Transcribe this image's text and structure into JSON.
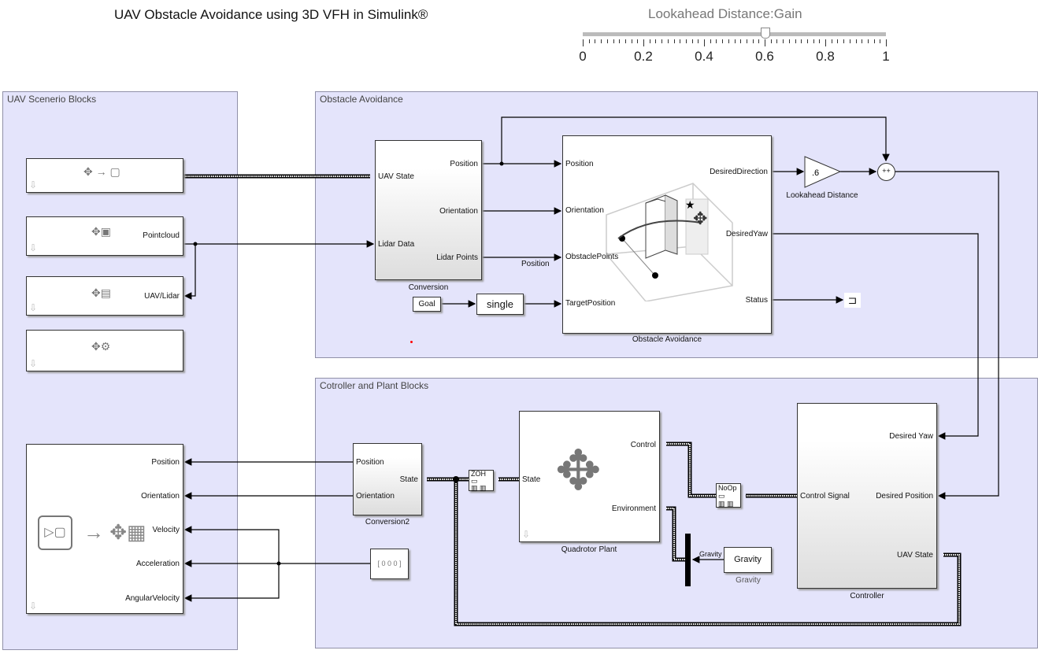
{
  "title": "UAV Obstacle Avoidance using 3D VFH in Simulink®",
  "slider": {
    "label": "Lookahead Distance:Gain",
    "value": 0.6,
    "ticks": [
      "0",
      "0.2",
      "0.4",
      "0.6",
      "0.8",
      "1"
    ]
  },
  "areas": {
    "scenario": "UAV Scenerio Blocks",
    "obstacle": "Obstacle Avoidance",
    "controller": "Cotroller and Plant Blocks"
  },
  "scenario_blocks": {
    "pointcloud_port": "Pointcloud",
    "lidar_port": "UAV/Lidar",
    "sim_ports": [
      "Position",
      "Orientation",
      "Velocity",
      "Acceleration",
      "AngularVelocity"
    ]
  },
  "conversion": {
    "name": "Conversion",
    "inputs": [
      "UAV State",
      "Lidar Data"
    ],
    "outputs": [
      "Position",
      "Orientation",
      "Lidar Points"
    ]
  },
  "signal_label": "Position",
  "goal": "Goal",
  "single": "single",
  "oa": {
    "name": "Obstacle Avoidance",
    "inputs": [
      "Position",
      "Orientation",
      "ObstaclePoints",
      "TargetPosition"
    ],
    "outputs": [
      "DesiredDirection",
      "DesiredYaw",
      "Status"
    ]
  },
  "gain": {
    "value": ".6",
    "name": "Lookahead Distance"
  },
  "sum_signs": "++",
  "conversion2": {
    "name": "Conversion2",
    "inputs": [
      "Position",
      "Orientation"
    ],
    "output": "State"
  },
  "zoh": "ZOH",
  "noop": "NoOp",
  "plant": {
    "name": "Quadrotor Plant",
    "input_state": "State",
    "ports": [
      "Control",
      "Environment"
    ]
  },
  "gravity": {
    "label": "Gravity",
    "name": "Gravity",
    "port": "Gravity"
  },
  "constant": "0  0  0",
  "controller": {
    "name": "Controller",
    "input": "Control Signal",
    "ports": [
      "Desired Yaw",
      "Desired Position",
      "UAV State"
    ]
  }
}
